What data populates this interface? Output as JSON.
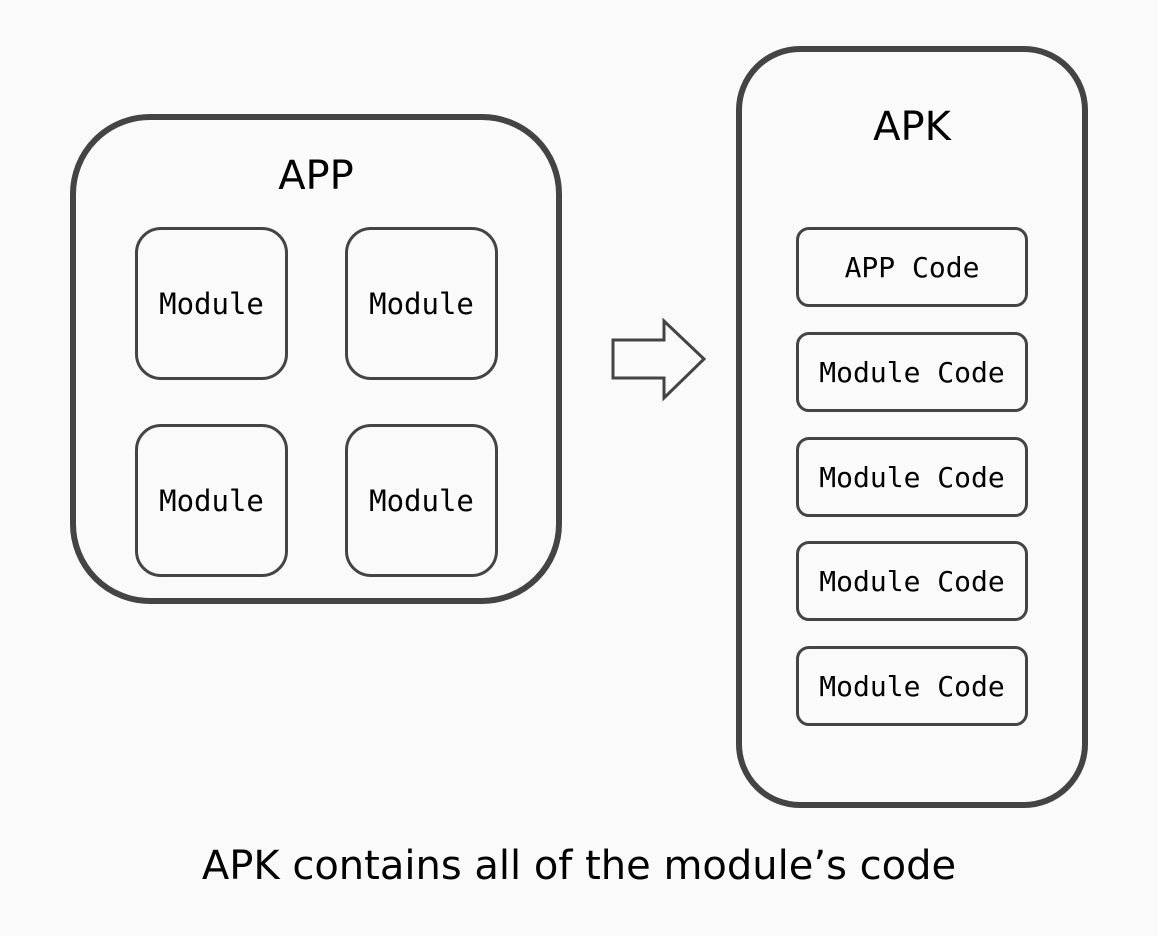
{
  "app": {
    "title": "APP",
    "modules": [
      "Module",
      "Module",
      "Module",
      "Module"
    ]
  },
  "arrow": {
    "icon": "right-arrow-icon",
    "direction": "right"
  },
  "apk": {
    "title": "APK",
    "items": [
      "APP Code",
      "Module Code",
      "Module Code",
      "Module Code",
      "Module Code"
    ]
  },
  "caption": "APK contains all of the module’s code",
  "colors": {
    "background": "#fafafa",
    "stroke": "#444444",
    "text": "#000000"
  }
}
